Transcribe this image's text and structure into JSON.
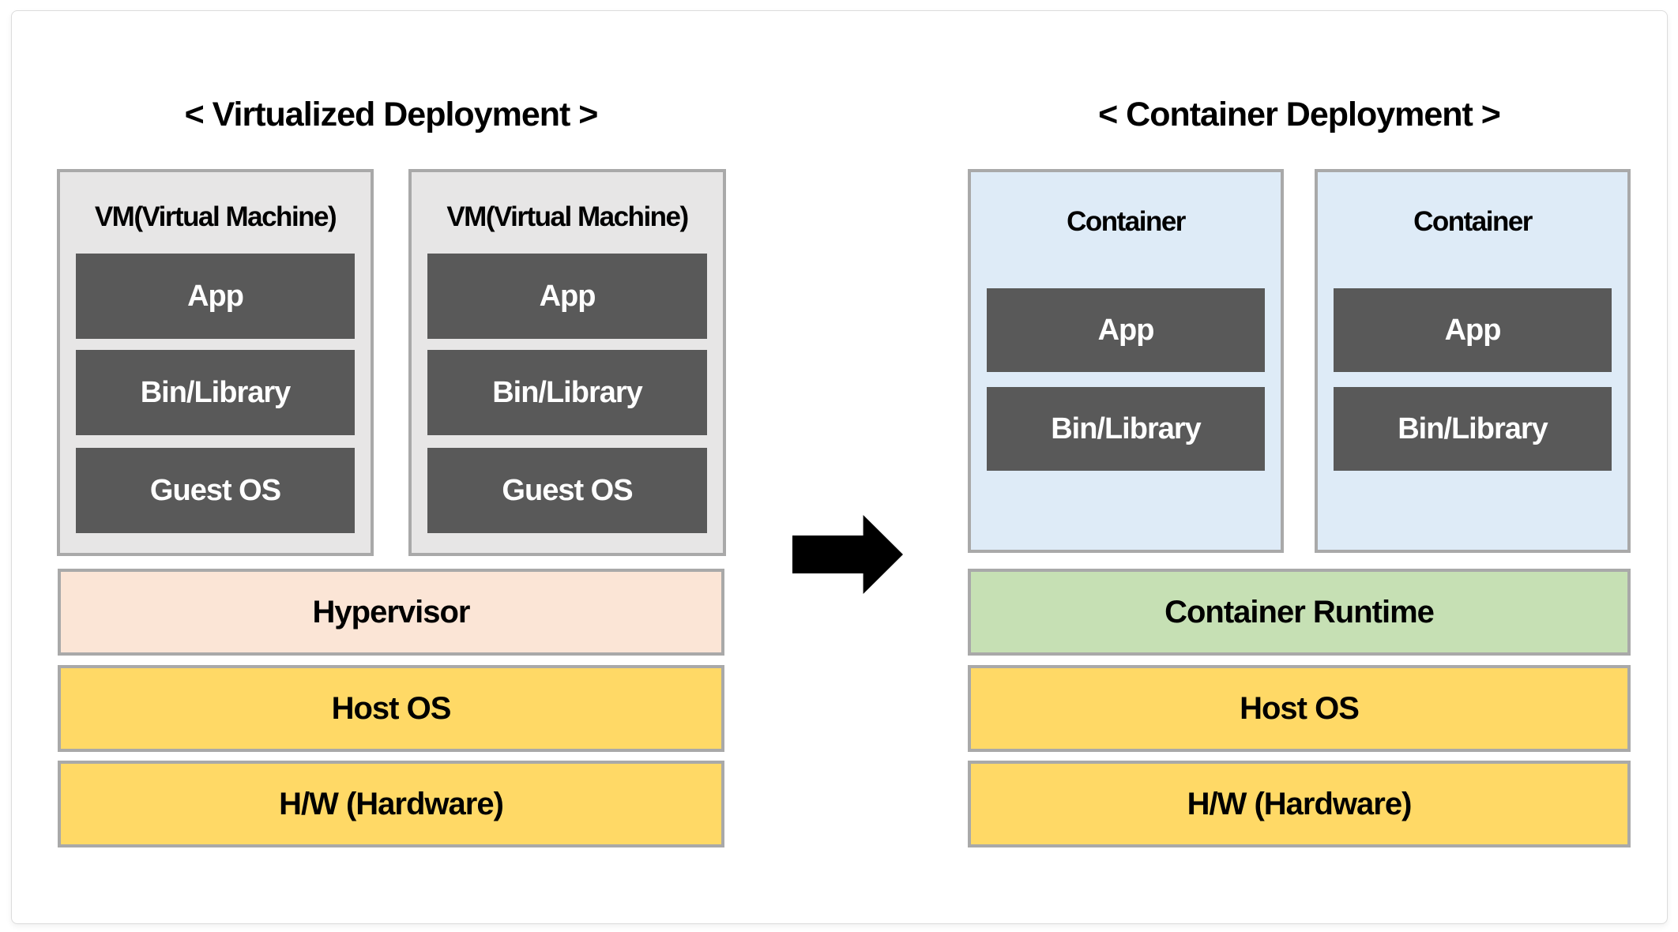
{
  "diagram": {
    "left": {
      "title": "< Virtualized Deployment >",
      "vms": [
        {
          "title": "VM(Virtual Machine)",
          "layers": [
            "App",
            "Bin/Library",
            "Guest OS"
          ]
        },
        {
          "title": "VM(Virtual Machine)",
          "layers": [
            "App",
            "Bin/Library",
            "Guest OS"
          ]
        }
      ],
      "bars": [
        {
          "label": "Hypervisor",
          "color": "#FBE5D6"
        },
        {
          "label": "Host OS",
          "color": "#FFD966"
        },
        {
          "label": "H/W (Hardware)",
          "color": "#FFD966"
        }
      ]
    },
    "right": {
      "title": "< Container Deployment >",
      "containers": [
        {
          "title": "Container",
          "layers": [
            "App",
            "Bin/Library"
          ]
        },
        {
          "title": "Container",
          "layers": [
            "App",
            "Bin/Library"
          ]
        }
      ],
      "bars": [
        {
          "label": "Container Runtime",
          "color": "#C6E0B4"
        },
        {
          "label": "Host OS",
          "color": "#FFD966"
        },
        {
          "label": "H/W (Hardware)",
          "color": "#FFD966"
        }
      ]
    },
    "arrow": {
      "icon": "right-arrow",
      "color": "#000000"
    },
    "palette": {
      "vm_fill": "#E7E6E6",
      "container_fill": "#DEEBF7",
      "layer_fill": "#595959",
      "layer_text": "#FFFFFF",
      "box_border": "#A9A9A9",
      "title_text": "#000000"
    }
  }
}
